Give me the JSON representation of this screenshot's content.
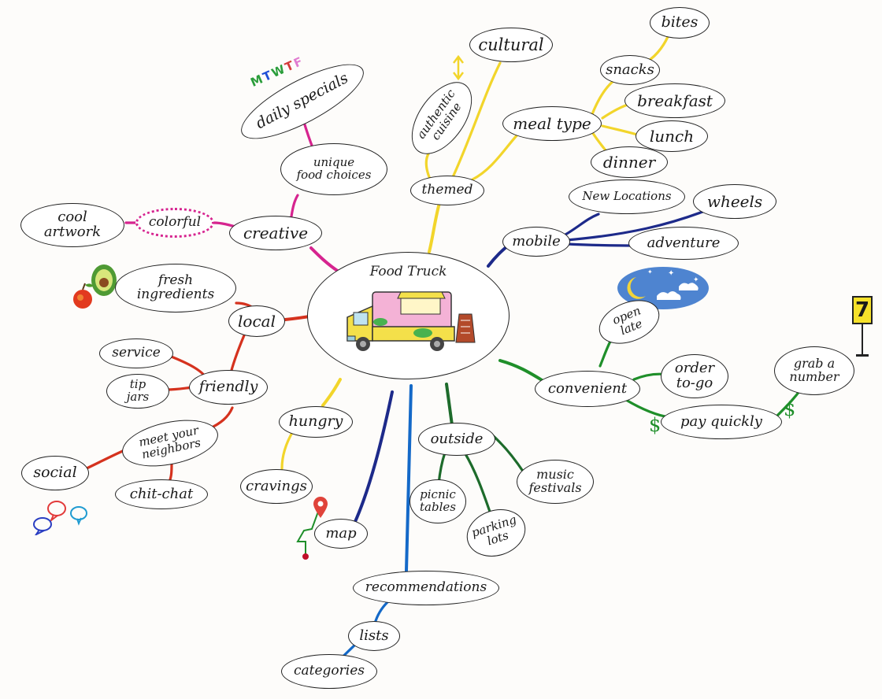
{
  "center": {
    "title": "Food Truck"
  },
  "daily_specials_letters": [
    "M",
    "T",
    "W",
    "T",
    "F"
  ],
  "letter_colors": [
    "#2a9d3a",
    "#1f4fd6",
    "#2a9d3a",
    "#d43b3b",
    "#e07bd0"
  ],
  "number_sign": "7",
  "dollar_sign": "$",
  "branch_colors": {
    "yellow": "#f2d52b",
    "navy": "#1d2a8a",
    "green": "#1f8f2a",
    "dark_green": "#1d6b2b",
    "blue": "#1469c8",
    "red": "#d5321e",
    "magenta": "#d6248f"
  },
  "nodes": {
    "themed": "themed",
    "authentic_cuisine": "authentic\ncuisine",
    "cultural": "cultural",
    "meal_type": "meal type",
    "snacks": "snacks",
    "bites": "bites",
    "breakfast": "breakfast",
    "lunch": "lunch",
    "dinner": "dinner",
    "mobile": "mobile",
    "new_locations": "New Locations",
    "wheels": "wheels",
    "adventure": "adventure",
    "convenient": "convenient",
    "open_late": "open\nlate",
    "order_to_go": "order\nto-go",
    "pay_quickly": "pay quickly",
    "grab_a_number": "grab a\nnumber",
    "outside": "outside",
    "picnic_tables": "picnic\ntables",
    "parking_lots": "parking\nlots",
    "music_festivals": "music\nfestivals",
    "recommendations": "recommendations",
    "lists": "lists",
    "categories": "categories",
    "map": "map",
    "hungry": "hungry",
    "cravings": "cravings",
    "local": "local",
    "fresh_ingredients": "fresh\ningredients",
    "friendly": "friendly",
    "service": "service",
    "tip_jars": "tip\njars",
    "meet_your_neighbors": "meet your\nneighbors",
    "social": "social",
    "chit_chat": "chit-chat",
    "creative": "creative",
    "unique_food_choices": "unique\nfood choices",
    "daily_specials": "daily specials",
    "colorful": "colorful",
    "cool_artwork": "cool\nartwork"
  }
}
